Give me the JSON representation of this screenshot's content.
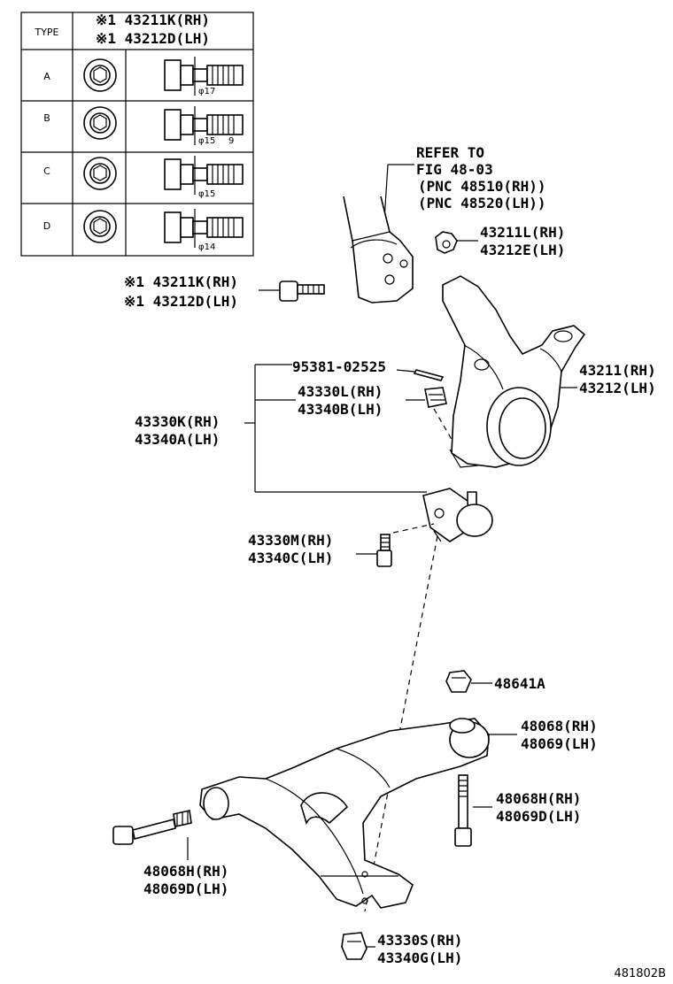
{
  "type_table": {
    "header_type": "TYPE",
    "header_line1": "※1 43211K(RH)",
    "header_line2": "※1 43212D(LH)",
    "rows": [
      {
        "type": "A",
        "dim": "φ17",
        "extra": ""
      },
      {
        "type": "B",
        "dim": "φ15",
        "extra": "9"
      },
      {
        "type": "C",
        "dim": "φ15",
        "extra": ""
      },
      {
        "type": "D",
        "dim": "φ14",
        "extra": ""
      }
    ]
  },
  "refer": {
    "line1": "REFER TO",
    "line2": "FIG 48-03",
    "line3": "(PNC 48510(RH))",
    "line4": "(PNC 48520(LH))"
  },
  "labels": {
    "p43211L": [
      "43211L(RH)",
      "43212E(LH)"
    ],
    "p43211K": [
      "※1 43211K(RH)",
      "※1 43212D(LH)"
    ],
    "p95381": "95381-02525",
    "p43330L": [
      "43330L(RH)",
      "43340B(LH)"
    ],
    "p43330K": [
      "43330K(RH)",
      "43340A(LH)"
    ],
    "p43211": [
      "43211(RH)",
      "43212(LH)"
    ],
    "p43330M": [
      "43330M(RH)",
      "43340C(LH)"
    ],
    "p48641A": "48641A",
    "p48068": [
      "48068(RH)",
      "48069(LH)"
    ],
    "p48068H_right": [
      "48068H(RH)",
      "48069D(LH)"
    ],
    "p48068H_left": [
      "48068H(RH)",
      "48069D(LH)"
    ],
    "p43330S": [
      "43330S(RH)",
      "43340G(LH)"
    ]
  },
  "figure_code": "481802B"
}
